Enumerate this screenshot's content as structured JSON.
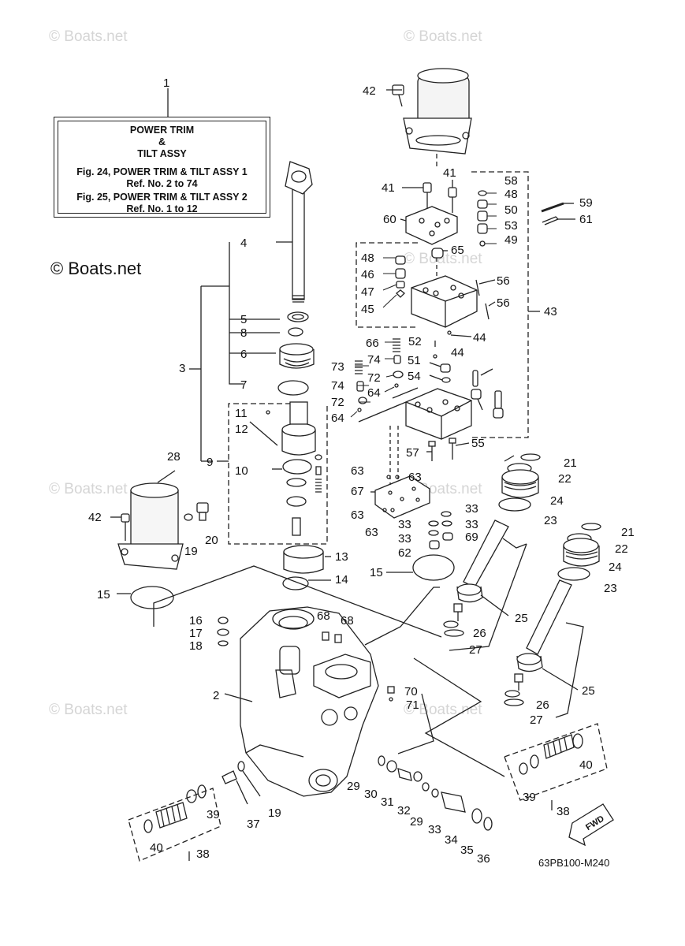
{
  "watermark": {
    "text": "© Boats.net",
    "main_text": "© Boats.net"
  },
  "title_box": {
    "ref_number": "1",
    "line1": "POWER TRIM",
    "line2": "&",
    "line3": "TILT ASSY",
    "line4": "Fig. 24, POWER TRIM & TILT ASSY 1",
    "line5": "Ref. No. 2 to 74",
    "line6": "Fig. 25, POWER TRIM & TILT ASSY 2",
    "line7": "Ref. No. 1 to 12"
  },
  "diagram_code": "63PB100-M240",
  "fwd_label": "FWD",
  "callouts": [
    "42",
    "41",
    "41",
    "58",
    "48",
    "50",
    "53",
    "49",
    "59",
    "61",
    "60",
    "65",
    "48",
    "46",
    "47",
    "45",
    "56",
    "56",
    "43",
    "52",
    "44",
    "44",
    "66",
    "74",
    "73",
    "51",
    "72",
    "54",
    "74",
    "64",
    "72",
    "64",
    "4",
    "5",
    "8",
    "6",
    "3",
    "7",
    "11",
    "12",
    "9",
    "10",
    "55",
    "57",
    "21",
    "22",
    "24",
    "23",
    "28",
    "63",
    "63",
    "67",
    "33",
    "33",
    "33",
    "33",
    "63",
    "63",
    "69",
    "62",
    "42",
    "19",
    "20",
    "21",
    "22",
    "24",
    "23",
    "15",
    "13",
    "14",
    "15",
    "25",
    "16",
    "17",
    "18",
    "68",
    "68",
    "26",
    "27",
    "2",
    "70",
    "71",
    "25",
    "26",
    "27",
    "29",
    "30",
    "31",
    "32",
    "29",
    "33",
    "34",
    "35",
    "36",
    "40",
    "39",
    "38",
    "39",
    "40",
    "19",
    "37",
    "38"
  ]
}
